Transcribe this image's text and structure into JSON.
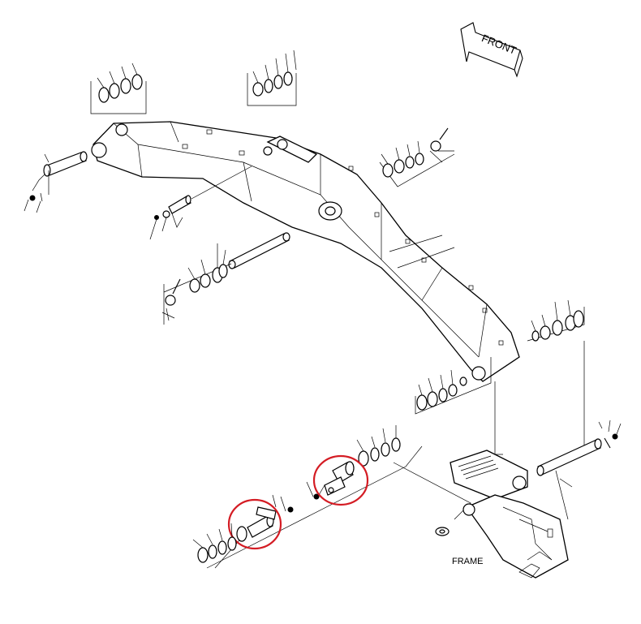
{
  "labels": {
    "front": "FRONT",
    "frame": "FRAME"
  },
  "colors": {
    "line": "#000000",
    "background": "#ffffff",
    "highlight": "#d41c24"
  },
  "highlighted_parts": [
    "boom-foot-pin-upper",
    "boom-foot-pin-lower"
  ]
}
